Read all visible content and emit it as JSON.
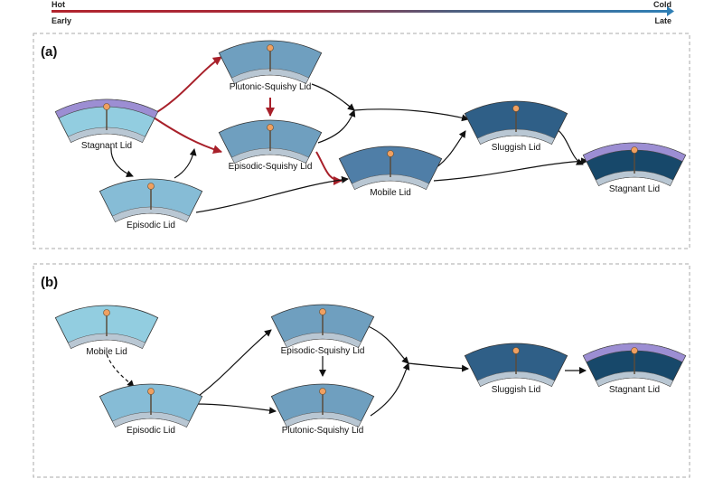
{
  "scale": {
    "hot": "Hot",
    "cold": "Cold",
    "early": "Early",
    "late": "Late",
    "hot_color": "#b2242e",
    "cold_color": "#2f7fb5"
  },
  "panel_a": {
    "label": "(a)",
    "nodes": {
      "stagnant1": {
        "label": "Stagnant Lid",
        "fill": "#92cde0",
        "lid": true
      },
      "plutonic": {
        "label": "Plutonic-Squishy Lid",
        "fill": "#6f9fbf",
        "lid": false
      },
      "episodicSq": {
        "label": "Episodic-Squishy Lid",
        "fill": "#6f9fbf",
        "lid": false
      },
      "episodic": {
        "label": "Episodic Lid",
        "fill": "#86bcd6",
        "lid": false
      },
      "mobile": {
        "label": "Mobile Lid",
        "fill": "#4f7ea7",
        "lid": false
      },
      "sluggish": {
        "label": "Sluggish Lid",
        "fill": "#2f5f87",
        "lid": false
      },
      "stagnant2": {
        "label": "Stagnant Lid",
        "fill": "#17486a",
        "lid": true
      }
    }
  },
  "panel_b": {
    "label": "(b)",
    "nodes": {
      "mobile": {
        "label": "Mobile Lid",
        "fill": "#92cde0",
        "lid": false
      },
      "episodic": {
        "label": "Episodic Lid",
        "fill": "#86bcd6",
        "lid": false
      },
      "episodicSq": {
        "label": "Episodic-Squishy Lid",
        "fill": "#6f9fbf",
        "lid": false
      },
      "plutonic": {
        "label": "Plutonic-Squishy Lid",
        "fill": "#6f9fbf",
        "lid": false
      },
      "sluggish": {
        "label": "Sluggish Lid",
        "fill": "#2f5f87",
        "lid": false
      },
      "stagnant": {
        "label": "Stagnant Lid",
        "fill": "#17486a",
        "lid": true
      }
    }
  },
  "colors": {
    "lid": "#9c8ed3",
    "core": "#b9c7d3",
    "arrow": "#111111",
    "hot_arrow": "#a8202a",
    "plume": "#f0a060"
  }
}
